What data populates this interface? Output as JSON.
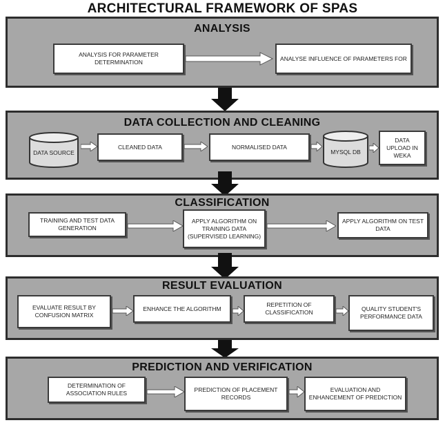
{
  "title": "ARCHITECTURAL FRAMEWORK OF SPAS",
  "sections": {
    "analysis": {
      "title": "ANALYSIS",
      "boxes": [
        "ANALYSIS FOR PARAMETER DETERMINATION",
        "ANALYSE INFLUENCE OF PARAMETERS FOR"
      ]
    },
    "collection": {
      "title": "DATA COLLECTION AND CLEANING",
      "source": "DATA SOURCE",
      "boxes": [
        "CLEANED DATA",
        "NORMALISED DATA",
        "DATA UPLOAD IN WEKA"
      ],
      "db": "MYSQL DB"
    },
    "classification": {
      "title": "CLASSIFICATION",
      "boxes": [
        "TRAINING AND TEST DATA GENERATION",
        "APPLY ALGORITHM ON TRAINING DATA (SUPERVISED LEARNING)",
        "APPLY ALGORITHM ON TEST DATA"
      ]
    },
    "evaluation": {
      "title": "RESULT EVALUATION",
      "boxes": [
        "EVALUATE RESULT BY CONFUSION MATRIX",
        "ENHANCE THE ALGORITHM",
        "REPETITION OF CLASSIFICATION",
        "QUALITY STUDENT'S PERFORMANCE DATA"
      ]
    },
    "prediction": {
      "title": "PREDICTION AND VERIFICATION",
      "boxes": [
        "DETERMINATION OF ASSOCIATION RULES",
        "PREDICTION OF PLACEMENT RECORDS",
        "EVALUATION AND ENHANCEMENT OF PREDICTION"
      ]
    }
  }
}
